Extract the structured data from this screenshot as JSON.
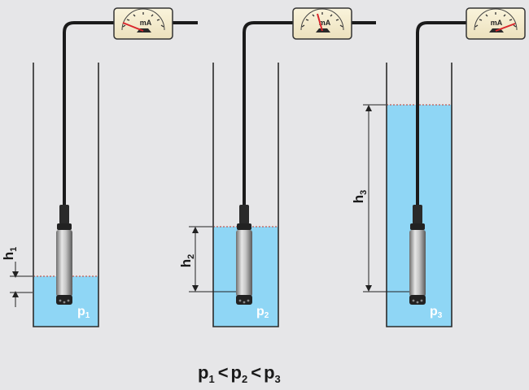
{
  "meter_unit": "mA",
  "colors": {
    "background": "#e6e6e8",
    "water": "#8fd6f5",
    "tank_wall": "#2b2b2b",
    "cable": "#1b1b1b",
    "meter_face": "#f4ecd2",
    "needle": "#d9262b"
  },
  "vessels": [
    {
      "height_var": "h",
      "height_sub": "1",
      "pressure_var": "p",
      "pressure_sub": "1",
      "level_fraction": 0.19
    },
    {
      "height_var": "h",
      "height_sub": "2",
      "pressure_var": "p",
      "pressure_sub": "2",
      "level_fraction": 0.37
    },
    {
      "height_var": "h",
      "height_sub": "3",
      "pressure_var": "p",
      "pressure_sub": "3",
      "level_fraction": 0.85
    }
  ],
  "formula": {
    "var": "p",
    "op": "<",
    "subs": [
      "1",
      "2",
      "3"
    ]
  }
}
